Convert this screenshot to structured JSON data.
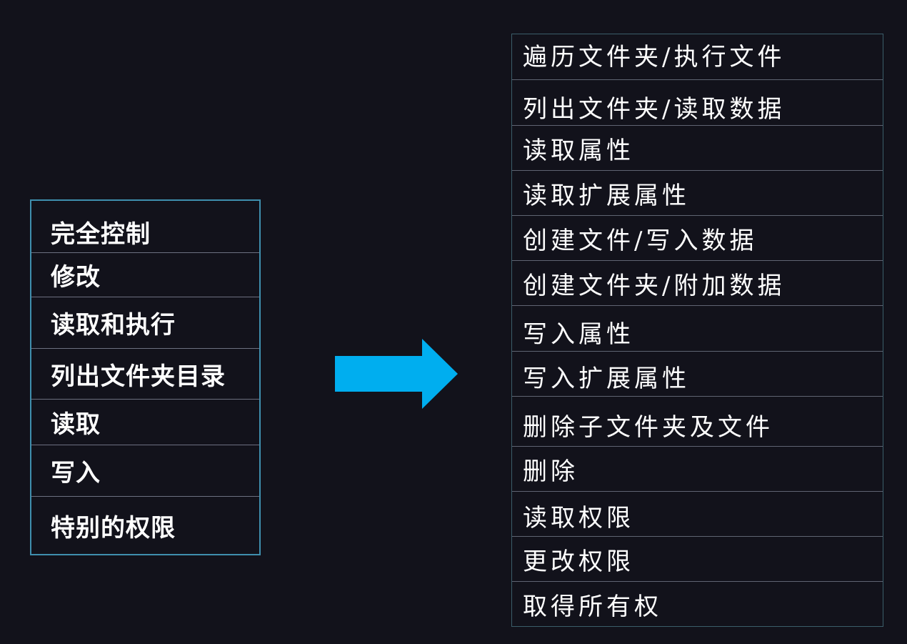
{
  "basic_permissions": [
    "完全控制",
    "修改",
    "读取和执行",
    "列出文件夹目录",
    "读取",
    "写入",
    "特别的权限"
  ],
  "advanced_permissions": [
    "遍历文件夹/执行文件",
    "列出文件夹/读取数据",
    "读取属性",
    "读取扩展属性",
    "创建文件/写入数据",
    "创建文件夹/附加数据",
    "写入属性",
    "写入扩展属性",
    "删除子文件夹及文件",
    "删除",
    "读取权限",
    "更改权限",
    "取得所有权"
  ],
  "colors": {
    "background": "#12121b",
    "arrow": "#00aeef",
    "left_border": "#3f8fae",
    "text": "#ffffff"
  },
  "icons": {
    "arrow": "right-arrow-icon"
  }
}
